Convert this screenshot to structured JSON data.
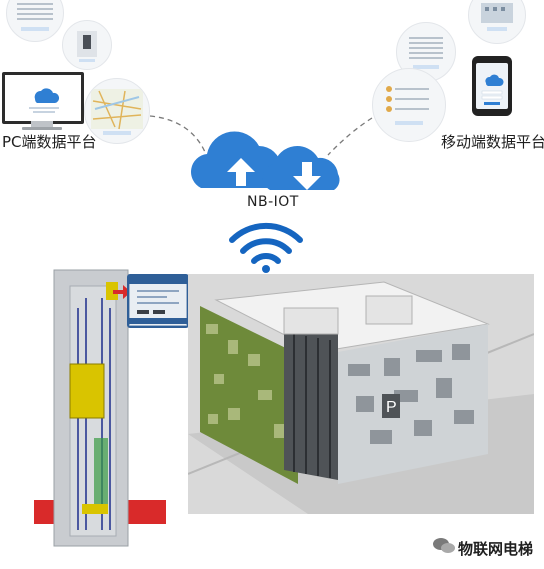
{
  "labels": {
    "pc_platform": "PC端数据平台",
    "mobile_platform": "移动端数据平台",
    "network": "NB-IOT",
    "watermark": "物联网电梯"
  },
  "colors": {
    "cloud_blue": "#2f7fd3",
    "dashed_line": "#7a7a7a",
    "wifi_blue": "#1565c0",
    "shaft_gray": "#c9ccd0",
    "base_red": "#d92a2a",
    "cabin_yellow": "#d9c400"
  },
  "icons": {
    "cloud_upload": "cloud-upload-icon",
    "cloud_download": "cloud-download-icon",
    "wifi": "wifi-signal-icon",
    "wechat": "wechat-icon"
  }
}
